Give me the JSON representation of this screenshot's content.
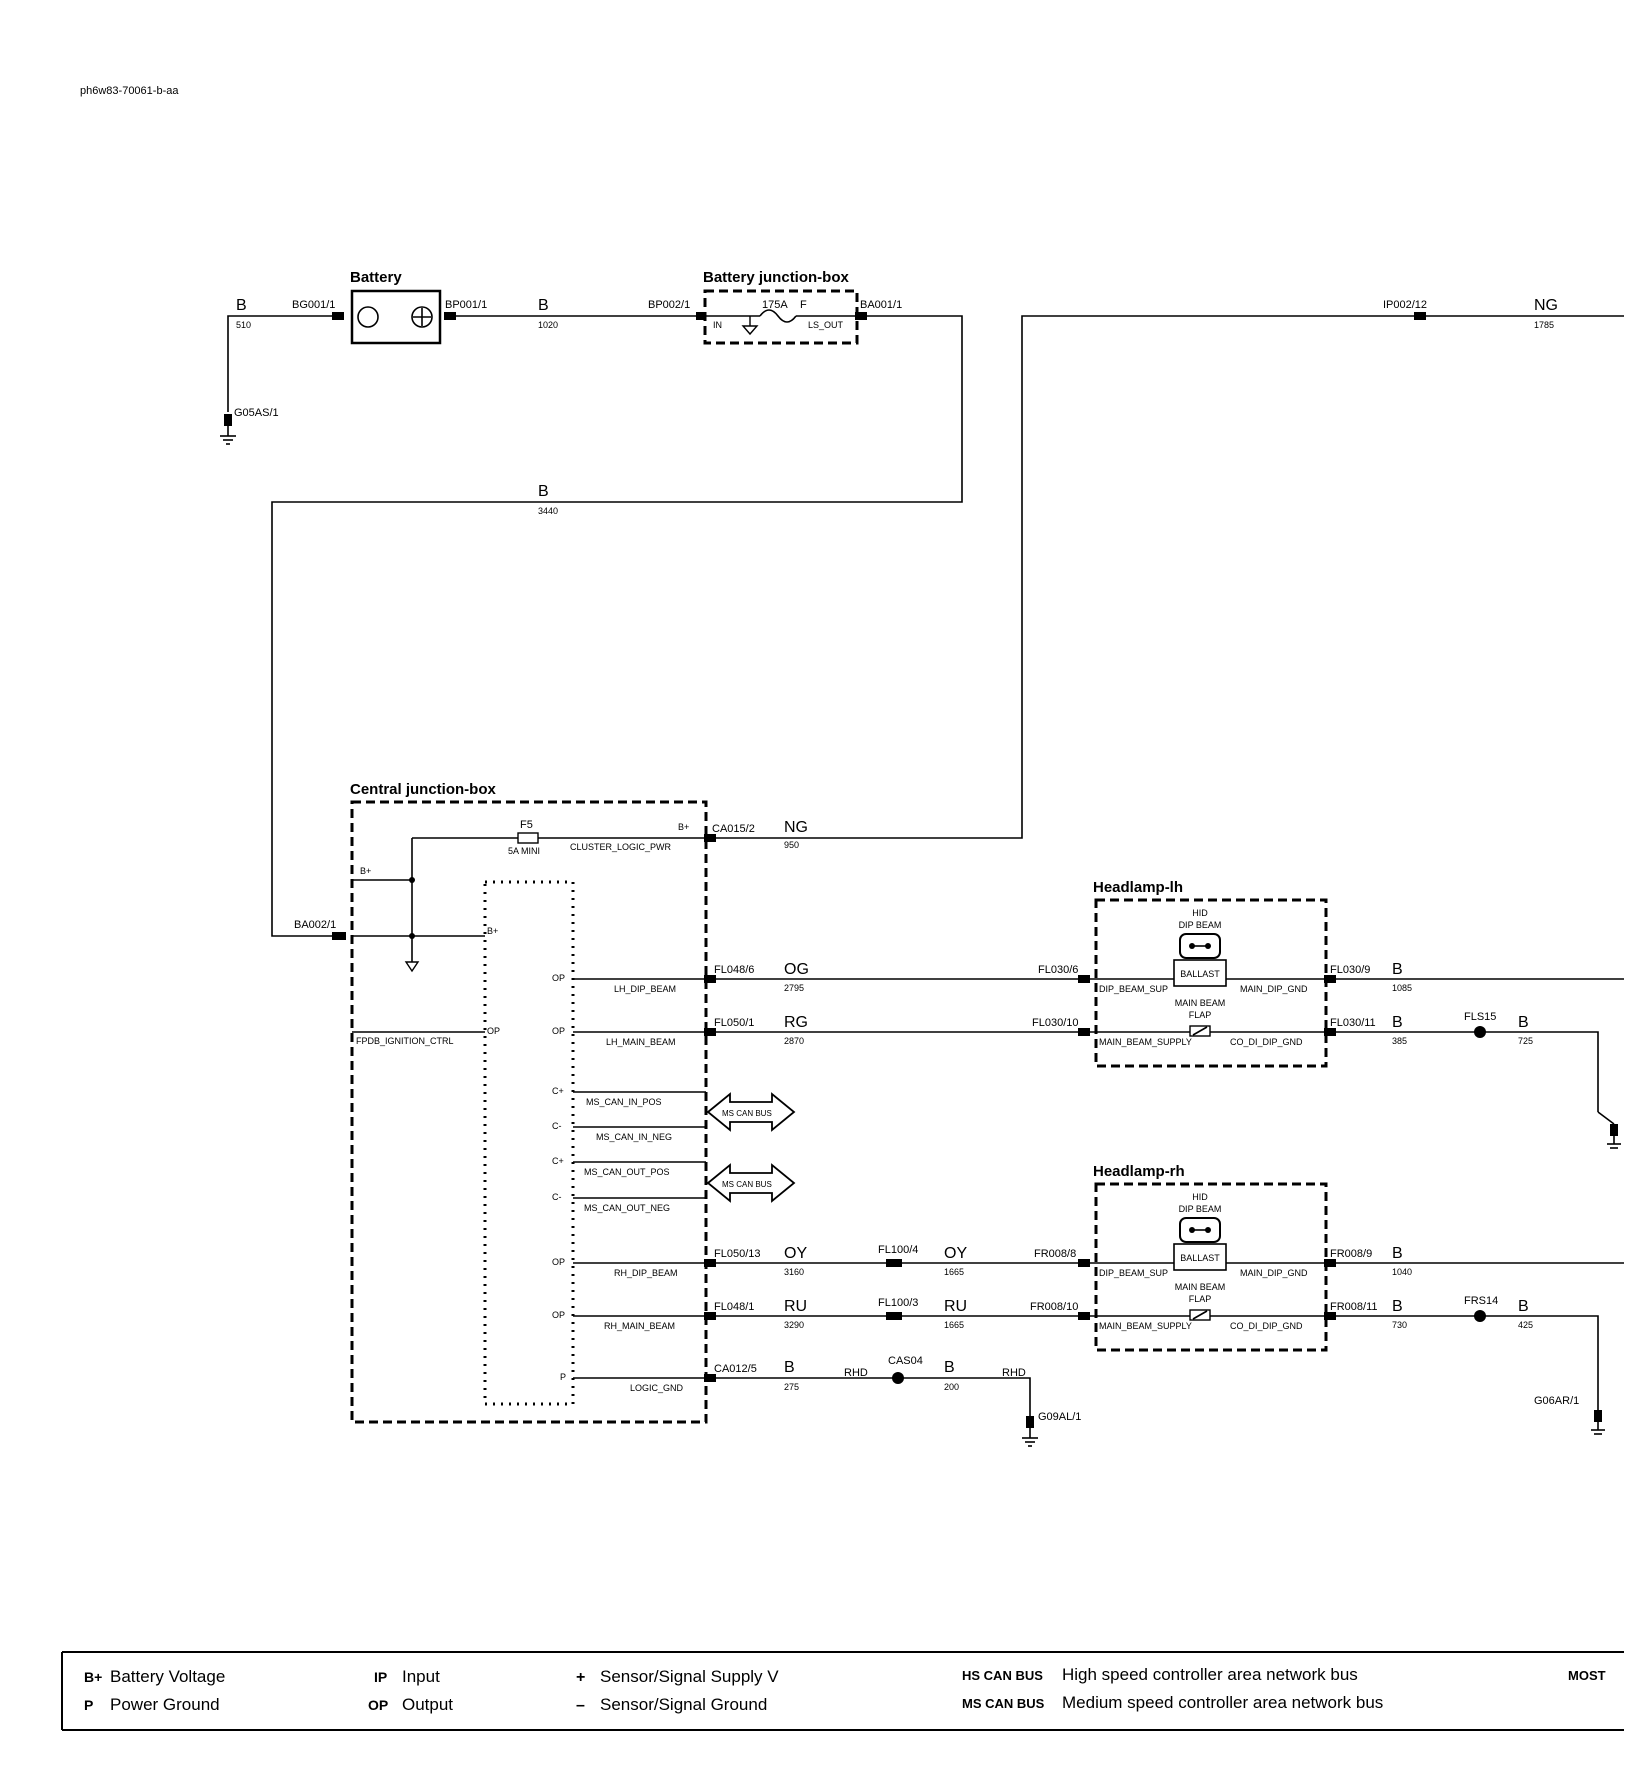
{
  "doc_id": "ph6w83-70061-b-aa",
  "components": {
    "battery": "Battery",
    "battery_jb": "Battery junction-box",
    "cjb": "Central junction-box",
    "headlamp_lh": "Headlamp-lh",
    "headlamp_rh": "Headlamp-rh"
  },
  "connectors": {
    "bg001": "BG001/1",
    "bp001": "BP001/1",
    "bp002": "BP002/1",
    "ba001": "BA001/1",
    "g05as": "G05AS/1",
    "ip002": "IP002/12",
    "ba002": "BA002/1",
    "ca015": "CA015/2",
    "fl048_6": "FL048/6",
    "fl050_1": "FL050/1",
    "fl030_6": "FL030/6",
    "fl030_10": "FL030/10",
    "fl030_9": "FL030/9",
    "fl030_11": "FL030/11",
    "fls15": "FLS15",
    "fl050_13": "FL050/13",
    "fl100_4": "FL100/4",
    "fr008_8": "FR008/8",
    "fr008_9": "FR008/9",
    "fl048_1": "FL048/1",
    "fl100_3": "FL100/3",
    "fr008_10": "FR008/10",
    "fr008_11": "FR008/11",
    "frs14": "FRS14",
    "ca012": "CA012/5",
    "cas04": "CAS04",
    "g09al": "G09AL/1",
    "g06ar": "G06AR/1"
  },
  "wires": [
    {
      "color": "B",
      "size": "510"
    },
    {
      "color": "B",
      "size": "1020"
    },
    {
      "color": "NG",
      "size": "1785"
    },
    {
      "color": "B",
      "size": "3440"
    },
    {
      "color": "NG",
      "size": "950"
    },
    {
      "color": "OG",
      "size": "2795"
    },
    {
      "color": "RG",
      "size": "2870"
    },
    {
      "color": "B",
      "size": "1085"
    },
    {
      "color": "B",
      "size": "385"
    },
    {
      "color": "B",
      "size": "725"
    },
    {
      "color": "OY",
      "size": "3160"
    },
    {
      "color": "OY",
      "size": "1665"
    },
    {
      "color": "RU",
      "size": "3290"
    },
    {
      "color": "RU",
      "size": "1665"
    },
    {
      "color": "B",
      "size": "1040"
    },
    {
      "color": "B",
      "size": "730"
    },
    {
      "color": "B",
      "size": "425"
    },
    {
      "color": "B",
      "size": "275"
    },
    {
      "color": "B",
      "size": "200"
    }
  ],
  "rhd": "RHD",
  "fuses": {
    "main_rating": "175A",
    "main_type": "F",
    "in": "IN",
    "ls_out": "LS_OUT",
    "f5": "F5",
    "f5_rating": "5A MINI"
  },
  "cjb_pins": {
    "bplus": "B+",
    "op": "OP",
    "cplus": "C+",
    "cminus": "C-",
    "p": "P",
    "cluster_logic_pwr": "CLUSTER_LOGIC_PWR",
    "fpdb_ignition_ctrl": "FPDB_IGNITION_CTRL",
    "lh_dip_beam": "LH_DIP_BEAM",
    "lh_main_beam": "LH_MAIN_BEAM",
    "ms_can_in_pos": "MS_CAN_IN_POS",
    "ms_can_in_neg": "MS_CAN_IN_NEG",
    "ms_can_out_pos": "MS_CAN_OUT_POS",
    "ms_can_out_neg": "MS_CAN_OUT_NEG",
    "rh_dip_beam": "RH_DIP_BEAM",
    "rh_main_beam": "RH_MAIN_BEAM",
    "logic_gnd": "LOGIC_GND",
    "ms_can_bus": "MS CAN BUS"
  },
  "headlamp_pins": {
    "hid": "HID",
    "dip_beam": "DIP BEAM",
    "ballast": "BALLAST",
    "main_beam": "MAIN BEAM",
    "flap": "FLAP",
    "dip_beam_sup": "DIP_BEAM_SUP",
    "main_dip_gnd": "MAIN_DIP_GND",
    "main_beam_supply": "MAIN_BEAM_SUPPLY",
    "co_di_dip_gnd": "CO_DI_DIP_GND"
  },
  "legend": [
    {
      "code": "B+",
      "text": "Battery Voltage"
    },
    {
      "code": "P",
      "text": "Power Ground"
    },
    {
      "code": "IP",
      "text": "Input"
    },
    {
      "code": "OP",
      "text": "Output"
    },
    {
      "code": "+",
      "text": "Sensor/Signal Supply V"
    },
    {
      "code": "–",
      "text": "Sensor/Signal Ground"
    },
    {
      "code": "HS CAN BUS",
      "text": "High speed controller area network bus"
    },
    {
      "code": "MS CAN BUS",
      "text": "Medium speed controller area network bus"
    },
    {
      "code": "MOST",
      "text": ""
    }
  ]
}
